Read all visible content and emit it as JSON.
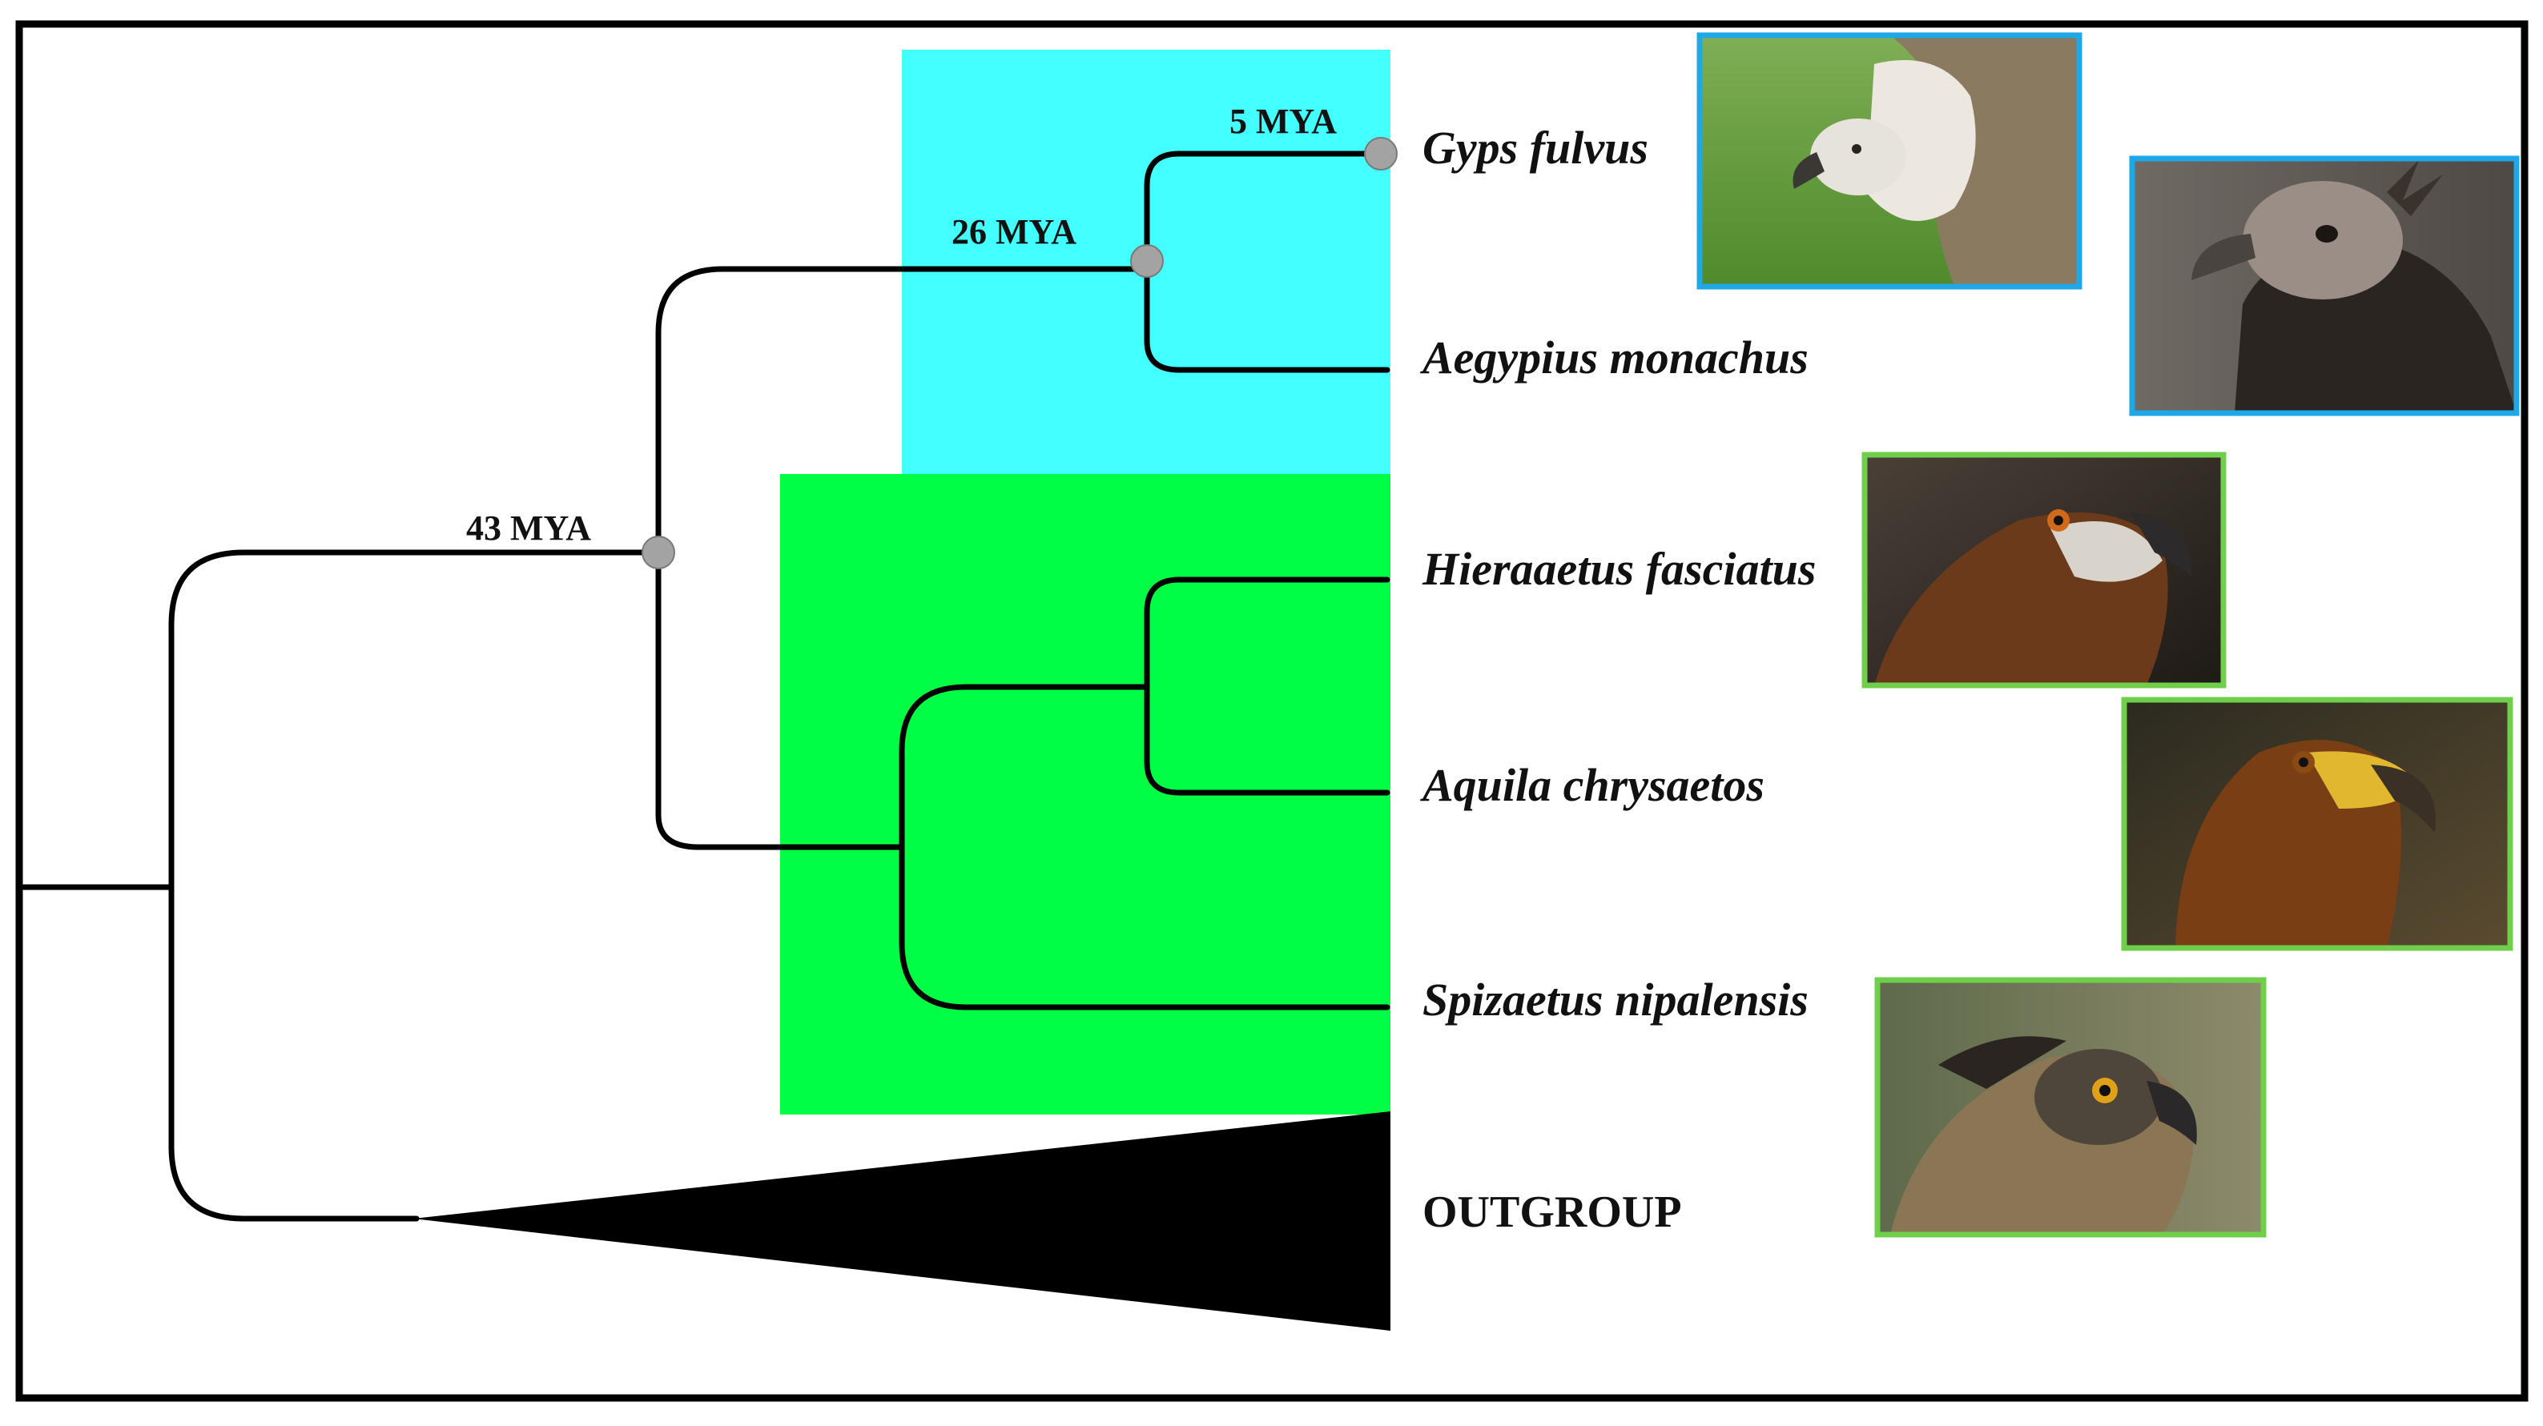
{
  "colors": {
    "vulture_clade": "#44ffff",
    "eagle_clade": "#00ff44",
    "vulture_frame": "#1fa8e8",
    "eagle_frame": "#6fcf4a",
    "node": "#a3a3a3",
    "branch": "#000000"
  },
  "nodes": {
    "n43": {
      "label": "43 MYA"
    },
    "n26": {
      "label": "26 MYA"
    },
    "n5": {
      "label": "5 MYA"
    }
  },
  "taxa": {
    "gyps": "Gyps fulvus",
    "aegypius": "Aegypius monachus",
    "hieraaetus": "Hieraaetus fasciatus",
    "aquila": "Aquila chrysaetos",
    "spizaetus": "Spizaetus nipalensis",
    "outgroup": "OUTGROUP"
  },
  "photos": [
    {
      "icon": "griffon-vulture-head-icon",
      "frame": "vulture"
    },
    {
      "icon": "cinereous-vulture-head-icon",
      "frame": "vulture"
    },
    {
      "icon": "bonellis-eagle-head-icon",
      "frame": "eagle"
    },
    {
      "icon": "golden-eagle-head-icon",
      "frame": "eagle"
    },
    {
      "icon": "hawk-eagle-head-icon",
      "frame": "eagle"
    }
  ]
}
